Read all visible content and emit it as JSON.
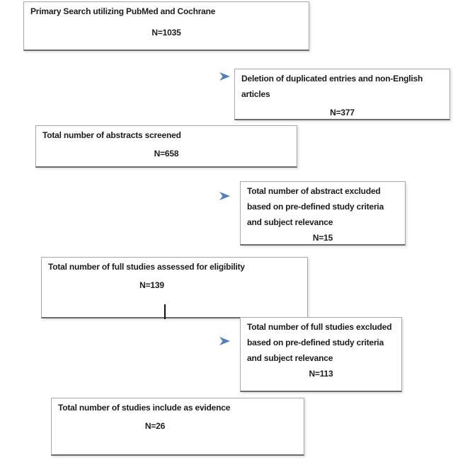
{
  "page": {
    "background_color": "#ffffff",
    "description": "Literature screening flow diagram (PubMed and Cochrane primary search)"
  },
  "styles": {
    "box_background": "#ffffff",
    "box_border_color": "#a8a8a8",
    "box_border_bottom_color": "#6b6b6b",
    "text_color": "#1c1c1c",
    "arrow_line_start_color": "#cfcfcf",
    "arrow_line_end_color": "#9db8da",
    "arrow_head_color": "#4f81bd"
  },
  "flowchart": {
    "boxes": [
      {
        "id": "primary-search",
        "label": "Primary Search utilizing PubMed and Cochrane",
        "count": "N=1035"
      },
      {
        "id": "deletion-duplicates",
        "label": "Deletion of duplicated entries and non-English\narticles",
        "count": "N=377"
      },
      {
        "id": "abstracts-screened",
        "label": "Total number of abstracts screened",
        "count": "N=658"
      },
      {
        "id": "abstracts-excluded",
        "label": "Total number of abstract excluded\nbased on pre-defined study criteria\nand subject relevance",
        "count": "N=15"
      },
      {
        "id": "full-studies-assessed",
        "label": "Total number of full studies assessed for eligibility",
        "count": "N=139"
      },
      {
        "id": "full-studies-excluded",
        "label": "Total number of full studies excluded\nbased on pre-defined study criteria\nand subject relevance",
        "count": "N=113"
      },
      {
        "id": "studies-included",
        "label": "Total number of studies include as evidence",
        "count": "N=26"
      }
    ],
    "arrows": [
      {
        "id": "arrow-to-deletion",
        "direction": "right"
      },
      {
        "id": "arrow-to-abstract-excluded",
        "direction": "right"
      },
      {
        "id": "arrow-to-full-studies-excluded",
        "direction": "right"
      }
    ]
  }
}
